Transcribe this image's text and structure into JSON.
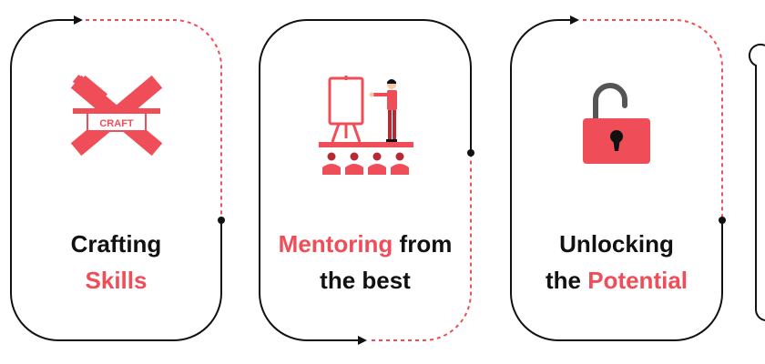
{
  "colors": {
    "accent": "#ef4d58",
    "ink": "#111111",
    "dark_red": "#b62a33",
    "skin": "#f4c9a8",
    "background": "#ffffff"
  },
  "steps": [
    {
      "icon": "crossed-hammer-craft-icon",
      "icon_text": "CRAFT",
      "line1": {
        "plain_before": "",
        "highlight": "",
        "plain_after": "Crafting"
      },
      "line2": {
        "plain_before": "",
        "highlight": "Skills",
        "plain_after": ""
      }
    },
    {
      "icon": "presentation-audience-icon",
      "line1": {
        "plain_before": "",
        "highlight": "Mentoring",
        "plain_after": " from"
      },
      "line2": {
        "plain_before": "",
        "highlight": "",
        "plain_after": "the best"
      }
    },
    {
      "icon": "unlocked-padlock-icon",
      "line1": {
        "plain_before": "",
        "highlight": "",
        "plain_after": "Unlocking"
      },
      "line2": {
        "plain_before": "the ",
        "highlight": "Potential",
        "plain_after": ""
      }
    }
  ]
}
